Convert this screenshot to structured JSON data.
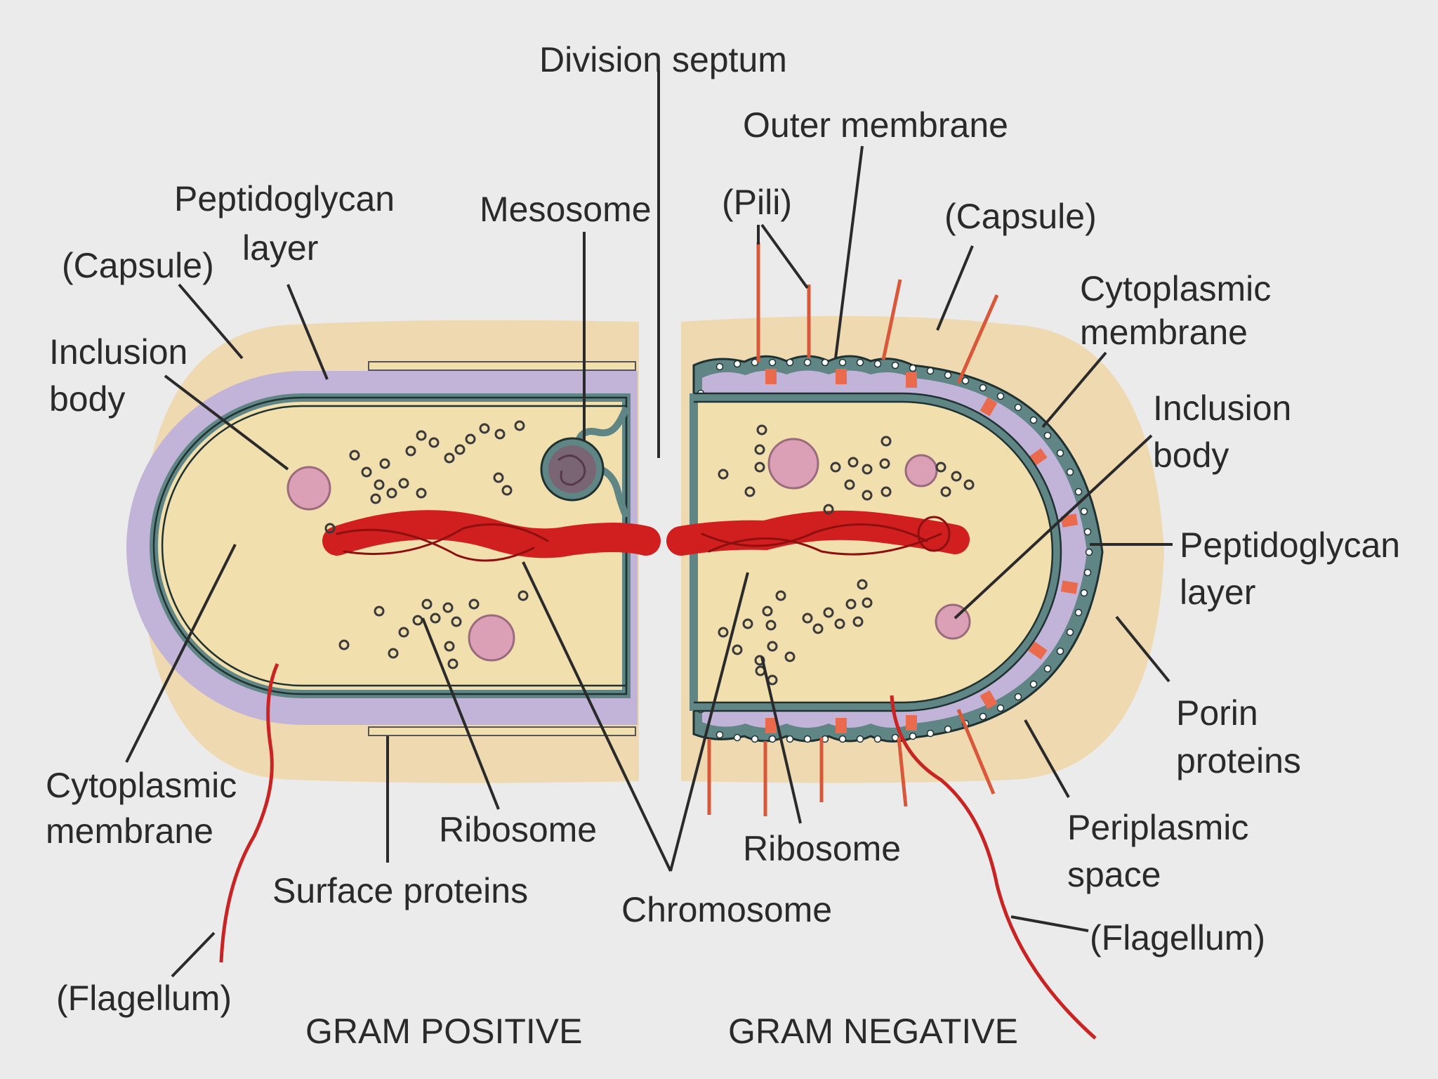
{
  "colors": {
    "background": "#ebebeb",
    "capsule": "#eed9b0",
    "cytoplasm": "#f1dfae",
    "peptidoglycan": "#c2b4d8",
    "membrane": "#5f8585",
    "chromosome": "#d11f1f",
    "inclusion_body": "#dba0b5",
    "pili": "#d9583a",
    "porin": "#e96a4d"
  },
  "labels": {
    "division_septum": "Division septum",
    "outer_membrane": "Outer membrane",
    "pili": "(Pili)",
    "mesosome": "Mesosome",
    "capsule_right": "(Capsule)",
    "peptidoglycan_left_1": "Peptidoglycan",
    "peptidoglycan_left_2": "layer",
    "capsule_left": "(Capsule)",
    "cytoplasmic_membrane_right_1": "Cytoplasmic",
    "cytoplasmic_membrane_right_2": "membrane",
    "inclusion_left_1": "Inclusion",
    "inclusion_left_2": "body",
    "inclusion_right_1": "Inclusion",
    "inclusion_right_2": "body",
    "peptidoglycan_right_1": "Peptidoglycan",
    "peptidoglycan_right_2": "layer",
    "porin_1": "Porin",
    "porin_2": "proteins",
    "cytoplasmic_membrane_left_1": "Cytoplasmic",
    "cytoplasmic_membrane_left_2": "membrane",
    "ribosome_left": "Ribosome",
    "ribosome_right": "Ribosome",
    "periplasmic_1": "Periplasmic",
    "periplasmic_2": "space",
    "surface_proteins": "Surface proteins",
    "chromosome": "Chromosome",
    "flagellum_right": "(Flagellum)",
    "flagellum_left": "(Flagellum)",
    "gram_positive": "GRAM POSITIVE",
    "gram_negative": "GRAM NEGATIVE"
  }
}
